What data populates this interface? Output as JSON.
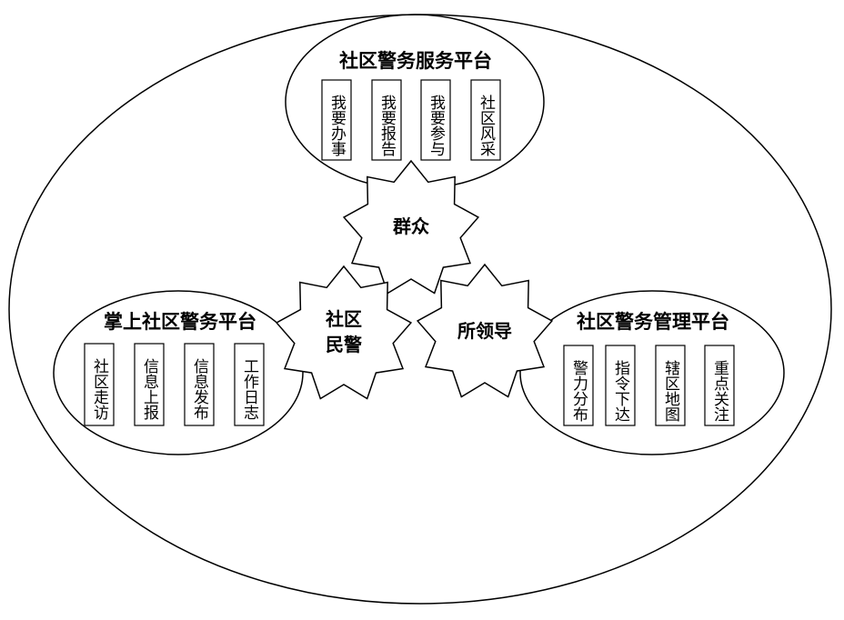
{
  "platforms": {
    "service": {
      "title": "社区警务服务平台",
      "items": [
        "我要办事",
        "我要报告",
        "我要参与",
        "社区风采"
      ]
    },
    "mobile": {
      "title": "掌上社区警务平台",
      "items": [
        "社区走访",
        "信息上报",
        "信息发布",
        "工作日志"
      ]
    },
    "management": {
      "title": "社区警务管理平台",
      "items": [
        "警力分布",
        "指令下达",
        "辖区地图",
        "重点关注"
      ]
    }
  },
  "roles": {
    "public": {
      "label": "群众"
    },
    "police": {
      "label_line1": "社区",
      "label_line2": "民警"
    },
    "leader": {
      "label": "所领导"
    }
  }
}
